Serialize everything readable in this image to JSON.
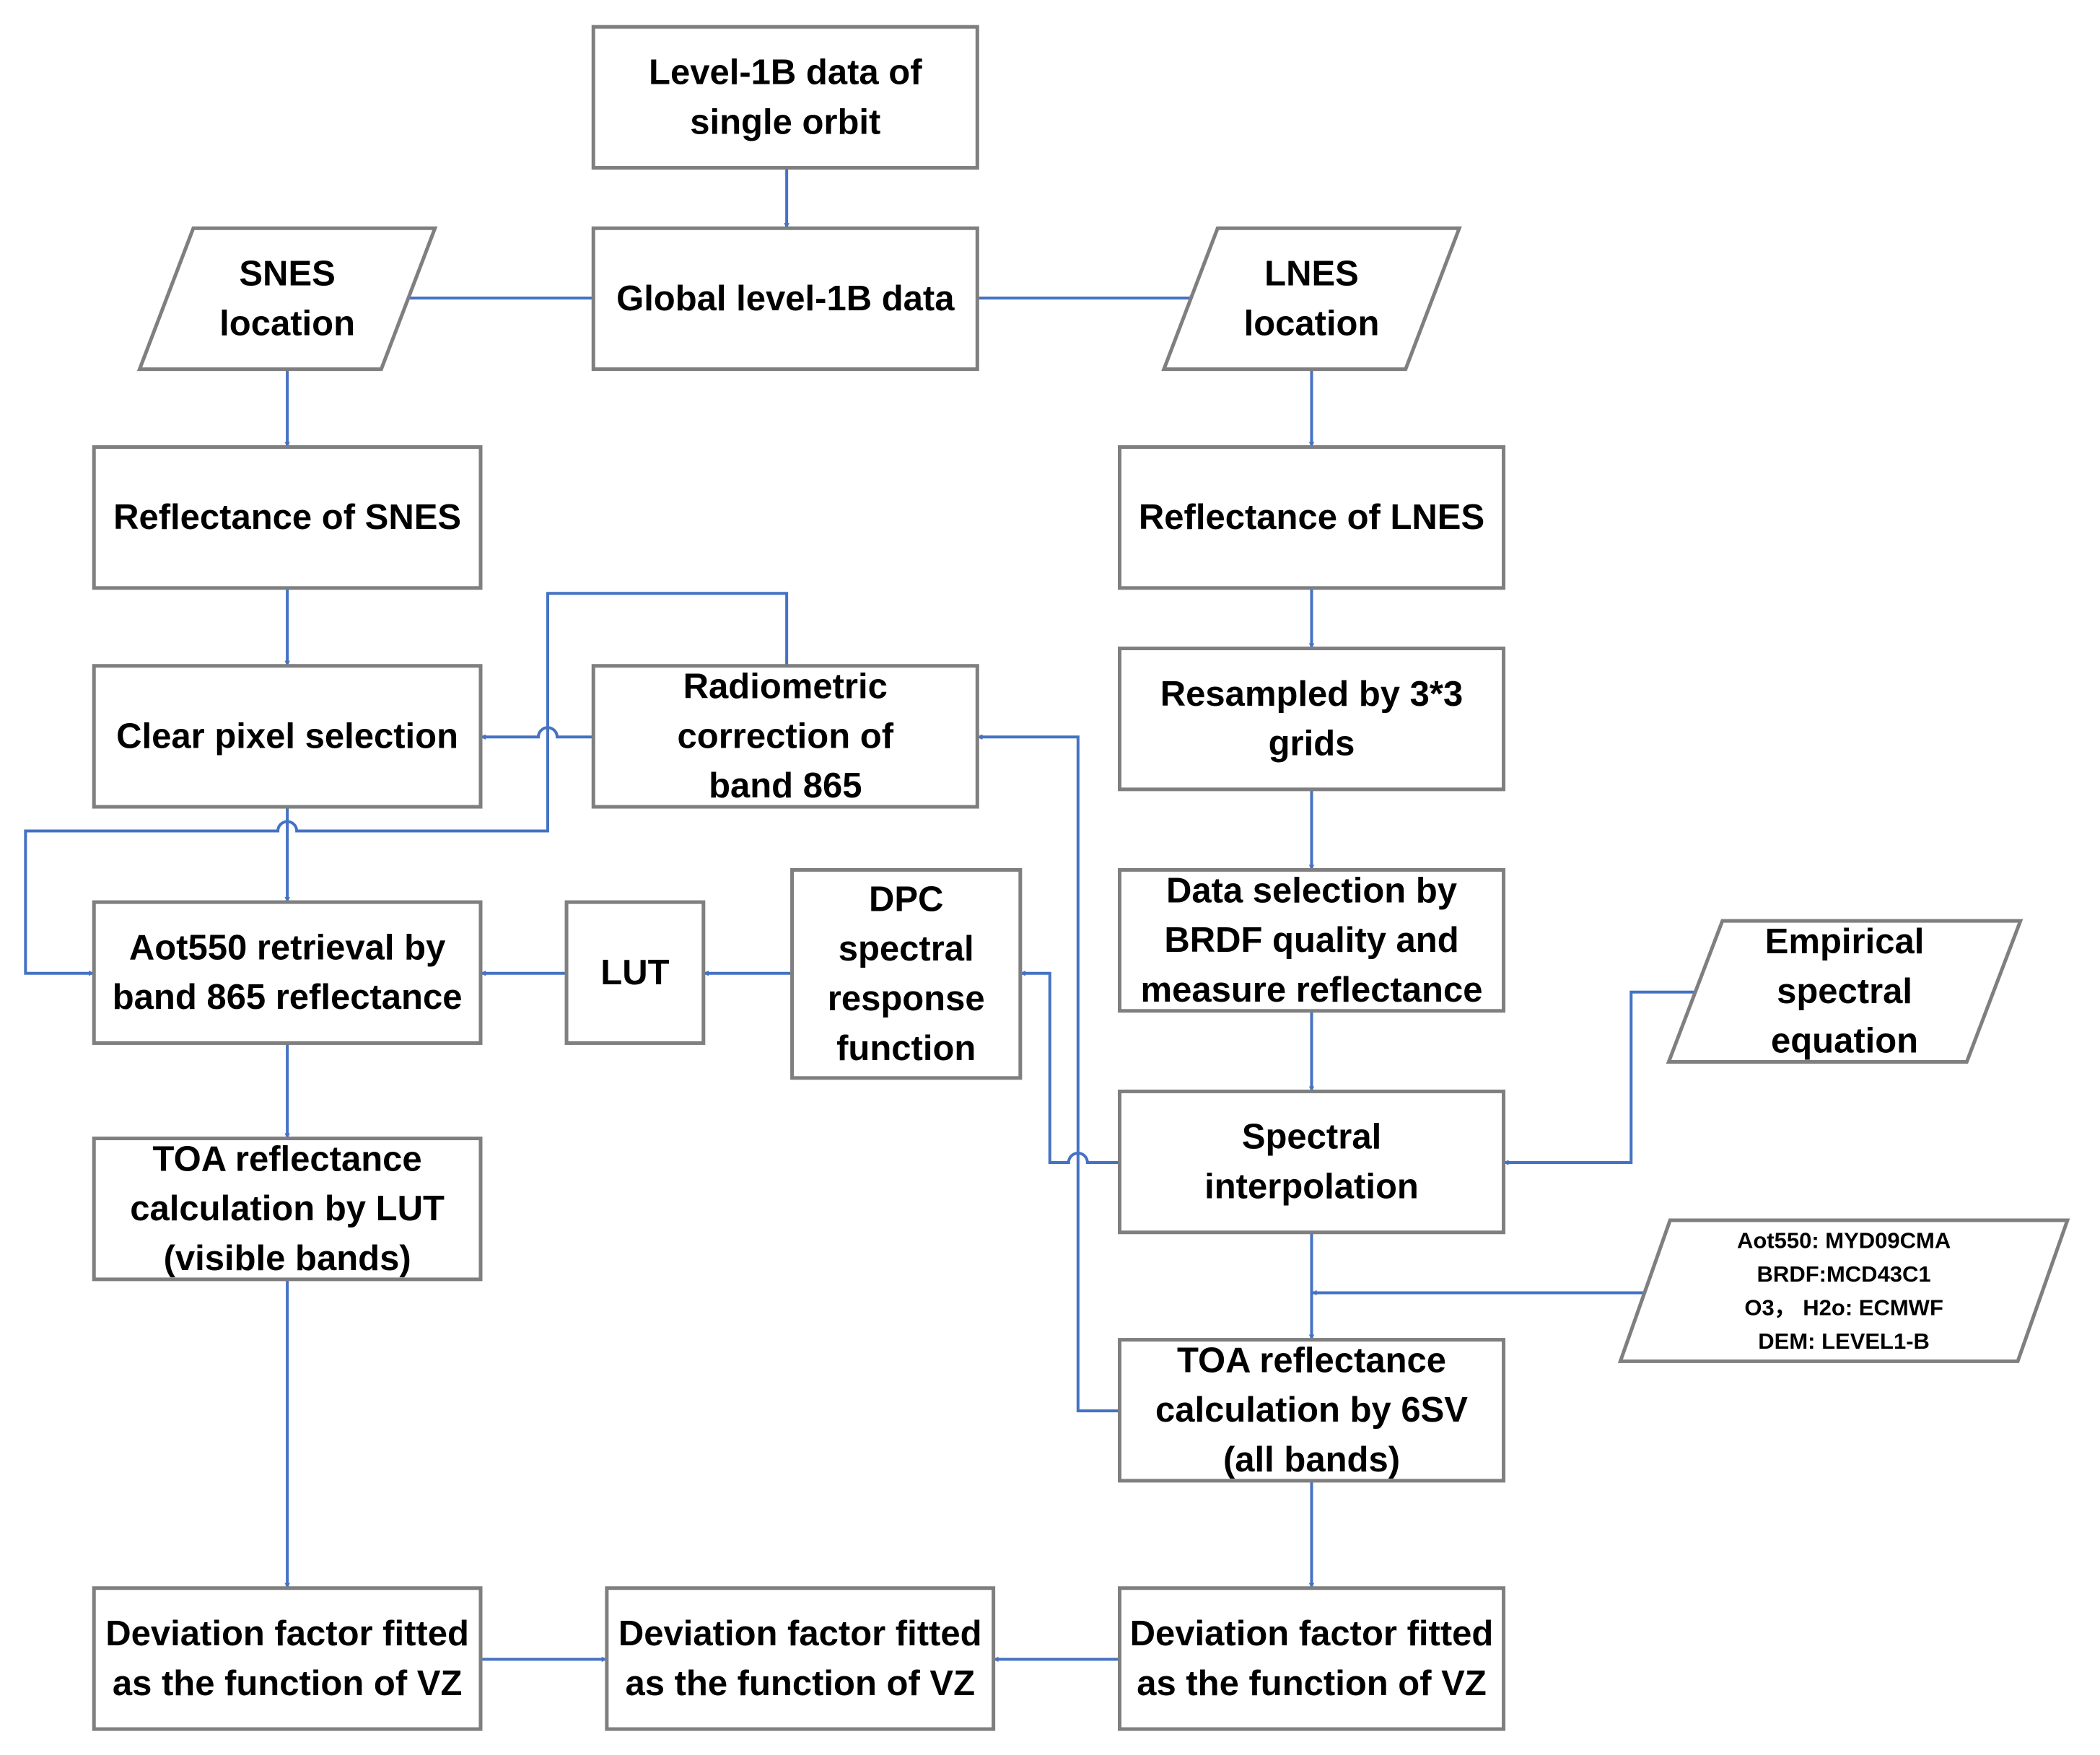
{
  "colors": {
    "connector": "#4472c4",
    "box_border": "#7f7f7f",
    "text": "#000000"
  },
  "nodes": {
    "level1b": {
      "shape": "rect",
      "lines": [
        "Level-1B data of",
        "single orbit"
      ]
    },
    "global": {
      "shape": "rect",
      "lines": [
        "Global level-1B data"
      ]
    },
    "snes_loc": {
      "shape": "parallelogram",
      "lines": [
        "SNES",
        "location"
      ]
    },
    "lnes_loc": {
      "shape": "parallelogram",
      "lines": [
        "LNES",
        "location"
      ]
    },
    "refl_snes": {
      "shape": "rect",
      "lines": [
        "Reflectance of SNES"
      ]
    },
    "refl_lnes": {
      "shape": "rect",
      "lines": [
        "Reflectance of LNES"
      ]
    },
    "clear": {
      "shape": "rect",
      "lines": [
        "Clear pixel selection"
      ]
    },
    "radiom": {
      "shape": "rect",
      "lines": [
        "Radiometric",
        "correction of",
        "band 865"
      ]
    },
    "resample": {
      "shape": "rect",
      "lines": [
        "Resampled by 3*3",
        "grids"
      ]
    },
    "aot": {
      "shape": "rect",
      "lines": [
        "Aot550 retrieval by",
        "band 865 reflectance"
      ]
    },
    "lut": {
      "shape": "rect",
      "lines": [
        "LUT"
      ]
    },
    "dpc": {
      "shape": "rect",
      "lines": [
        "DPC",
        "spectral",
        "response",
        "function"
      ]
    },
    "datasel": {
      "shape": "rect",
      "lines": [
        "Data selection by",
        "BRDF quality and",
        "measure reflectance"
      ]
    },
    "empirical": {
      "shape": "parallelogram",
      "lines": [
        "Empirical",
        "spectral",
        "equation"
      ]
    },
    "spectral": {
      "shape": "rect",
      "lines": [
        "Spectral",
        "interpolation"
      ]
    },
    "toa_lut": {
      "shape": "rect",
      "lines": [
        "TOA reflectance",
        "calculation by LUT",
        "(visible bands)"
      ]
    },
    "aux": {
      "shape": "parallelogram",
      "small": true,
      "lines": [
        "Aot550: MYD09CMA",
        "BRDF:MCD43C1",
        "O3， H2o: ECMWF",
        "DEM: LEVEL1-B"
      ]
    },
    "toa_6sv": {
      "shape": "rect",
      "lines": [
        "TOA reflectance",
        "calculation by 6SV",
        "(all bands)"
      ]
    },
    "dev_left": {
      "shape": "rect",
      "lines": [
        "Deviation factor fitted",
        "as the function of VZ"
      ]
    },
    "dev_mid": {
      "shape": "rect",
      "lines": [
        "Deviation factor fitted",
        "as the function of VZ"
      ]
    },
    "dev_right": {
      "shape": "rect",
      "lines": [
        "Deviation factor fitted",
        "as the function of VZ"
      ]
    }
  }
}
